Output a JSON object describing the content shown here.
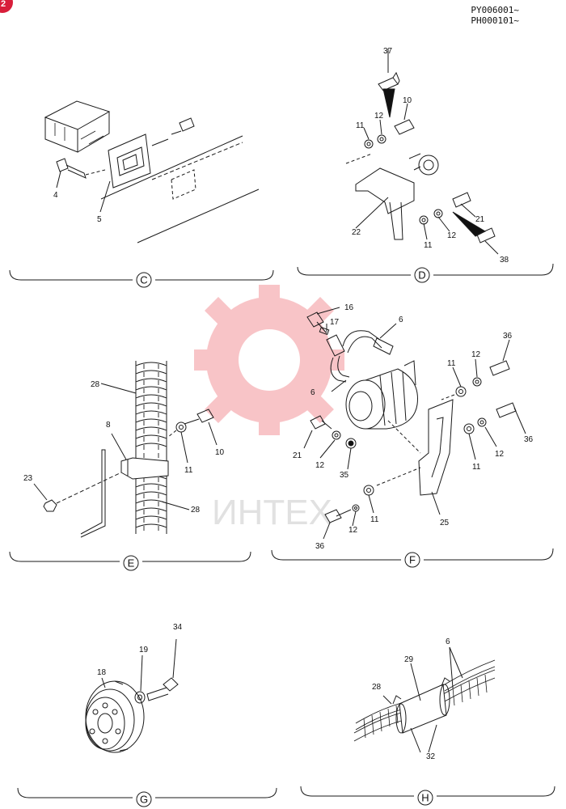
{
  "header": {
    "serial_1": "PY006001~",
    "serial_2": "PH000101~",
    "page_badge": "2"
  },
  "watermark": {
    "text": "ИНТЕХ",
    "color": "#e8303a"
  },
  "sections": {
    "c": {
      "letter": "C",
      "labels": {
        "p4": "4",
        "p5": "5"
      }
    },
    "d": {
      "letter": "D",
      "labels": {
        "p37": "37",
        "p12a": "12",
        "p10": "10",
        "p11a": "11",
        "p22": "22",
        "p11b": "11",
        "p12b": "12",
        "p21": "21",
        "p38": "38"
      }
    },
    "e": {
      "letter": "E",
      "labels": {
        "p28a": "28",
        "p8": "8",
        "p10": "10",
        "p11": "11",
        "p23": "23",
        "p28b": "28"
      }
    },
    "f": {
      "letter": "F",
      "labels": {
        "p16": "16",
        "p17": "17",
        "p6a": "6",
        "p6b": "6",
        "p36a": "36",
        "p11a": "11",
        "p12a": "12",
        "p21": "21",
        "p12b": "12",
        "p35": "35",
        "p36b": "36",
        "p11b": "11",
        "p12c": "12",
        "p11c": "11",
        "p25": "25",
        "p12d": "12",
        "p36c": "36"
      }
    },
    "g": {
      "letter": "G",
      "labels": {
        "p34": "34",
        "p19": "19",
        "p18": "18"
      }
    },
    "h": {
      "letter": "H",
      "labels": {
        "p6": "6",
        "p29": "29",
        "p28": "28",
        "p32": "32"
      }
    }
  }
}
